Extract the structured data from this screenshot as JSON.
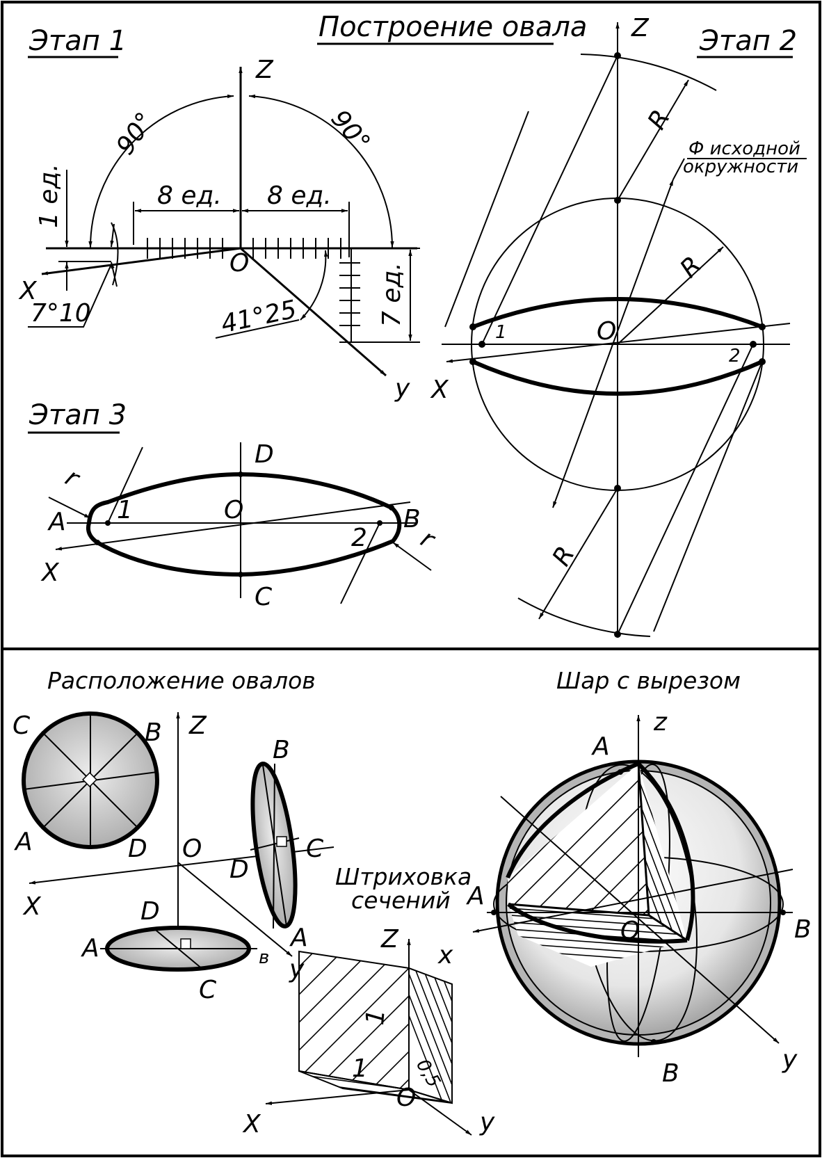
{
  "top": {
    "title": "Построение овала",
    "stage1": {
      "title": "Этап 1",
      "z": "Z",
      "x": "X",
      "y": "y",
      "origin": "O",
      "angle_left": "90°",
      "angle_right": "90°",
      "dim_left": "8 ед.",
      "dim_right": "8 ед.",
      "dim_unit": "1 ед.",
      "dim_vert": "7 ед.",
      "angle_small": "7°10",
      "angle_large": "41°25"
    },
    "stage2": {
      "title": "Этап 2",
      "z": "Z",
      "x": "X",
      "origin": "O",
      "r_top": "R",
      "r_mid": "R",
      "r_bottom": "R",
      "diameter_note_1": "Ф исходной",
      "diameter_note_2": "окружности",
      "p1": "1",
      "p2": "2"
    },
    "stage3": {
      "title": "Этап 3",
      "a": "A",
      "b": "B",
      "c": "C",
      "d": "D",
      "origin": "O",
      "x": "X",
      "p1": "1",
      "p2": "2",
      "r_left": "r",
      "r_right": "r"
    }
  },
  "bottom": {
    "layout": {
      "title": "Расположение овалов",
      "z": "Z",
      "x": "X",
      "y": "y",
      "origin": "O",
      "circle": {
        "a": "A",
        "b": "B",
        "c": "C",
        "d": "D"
      },
      "side": {
        "a": "A",
        "b": "B",
        "c": "C",
        "d": "D"
      },
      "floor": {
        "a": "A",
        "b": "в",
        "c": "C",
        "d": "D"
      }
    },
    "hatching": {
      "title_1": "Штриховка",
      "title_2": "сечений",
      "z": "Z",
      "x": "X",
      "y": "y",
      "origin": "O",
      "dim_1": "1",
      "dim_1b": "1",
      "dim_05": "0,5"
    },
    "sphere": {
      "title": "Шар с вырезом",
      "z": "z",
      "x": "x",
      "y": "y",
      "origin": "O",
      "a_top": "A",
      "a_left": "A",
      "b_right": "B",
      "b_bottom": "B"
    }
  }
}
